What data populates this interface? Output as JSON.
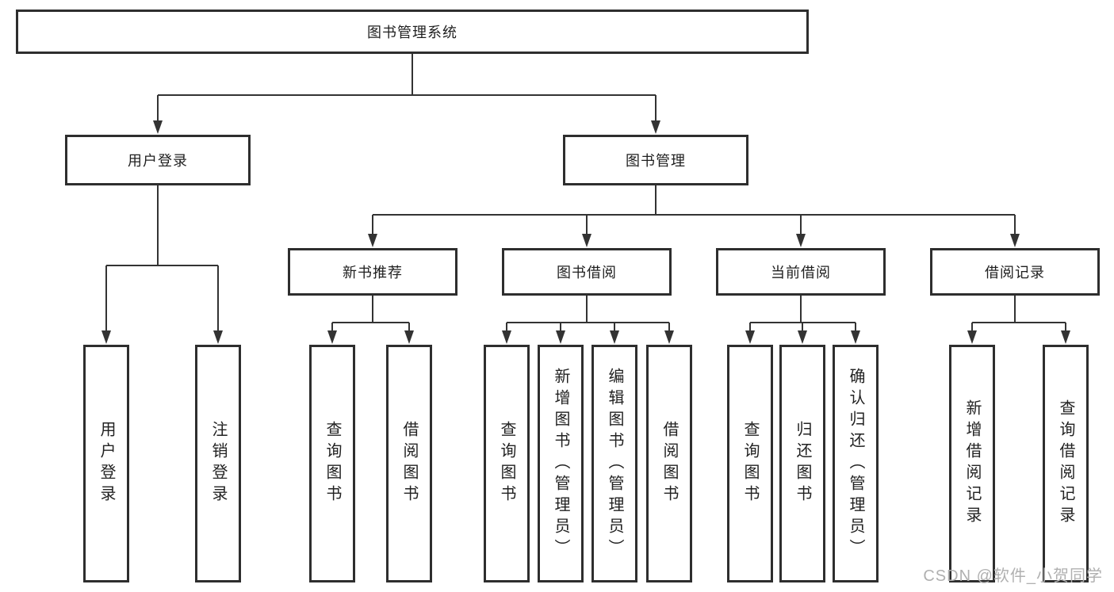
{
  "diagram_type": "hierarchy-tree",
  "tree": {
    "label": "图书管理系统",
    "children": [
      {
        "label": "用户登录",
        "children": [
          {
            "label": "用户登录"
          },
          {
            "label": "注销登录"
          }
        ]
      },
      {
        "label": "图书管理",
        "children": [
          {
            "label": "新书推荐",
            "children": [
              {
                "label": "查询图书"
              },
              {
                "label": "借阅图书"
              }
            ]
          },
          {
            "label": "图书借阅",
            "children": [
              {
                "label": "查询图书"
              },
              {
                "label": "新增图书（管理员）"
              },
              {
                "label": "编辑图书（管理员）"
              },
              {
                "label": "借阅图书"
              }
            ]
          },
          {
            "label": "当前借阅",
            "children": [
              {
                "label": "查询图书"
              },
              {
                "label": "归还图书"
              },
              {
                "label": "确认归还（管理员）"
              }
            ]
          },
          {
            "label": "借阅记录",
            "children": [
              {
                "label": "新增借阅记录"
              },
              {
                "label": "查询借阅记录"
              }
            ]
          }
        ]
      }
    ]
  },
  "watermark": {
    "text": "CSDN @软件_小贺同学"
  },
  "colors": {
    "line": "#333333",
    "box_border": "#2e2e2e",
    "background": "#ffffff",
    "text": "#1f1f1f",
    "watermark": "#b0b0b0"
  }
}
